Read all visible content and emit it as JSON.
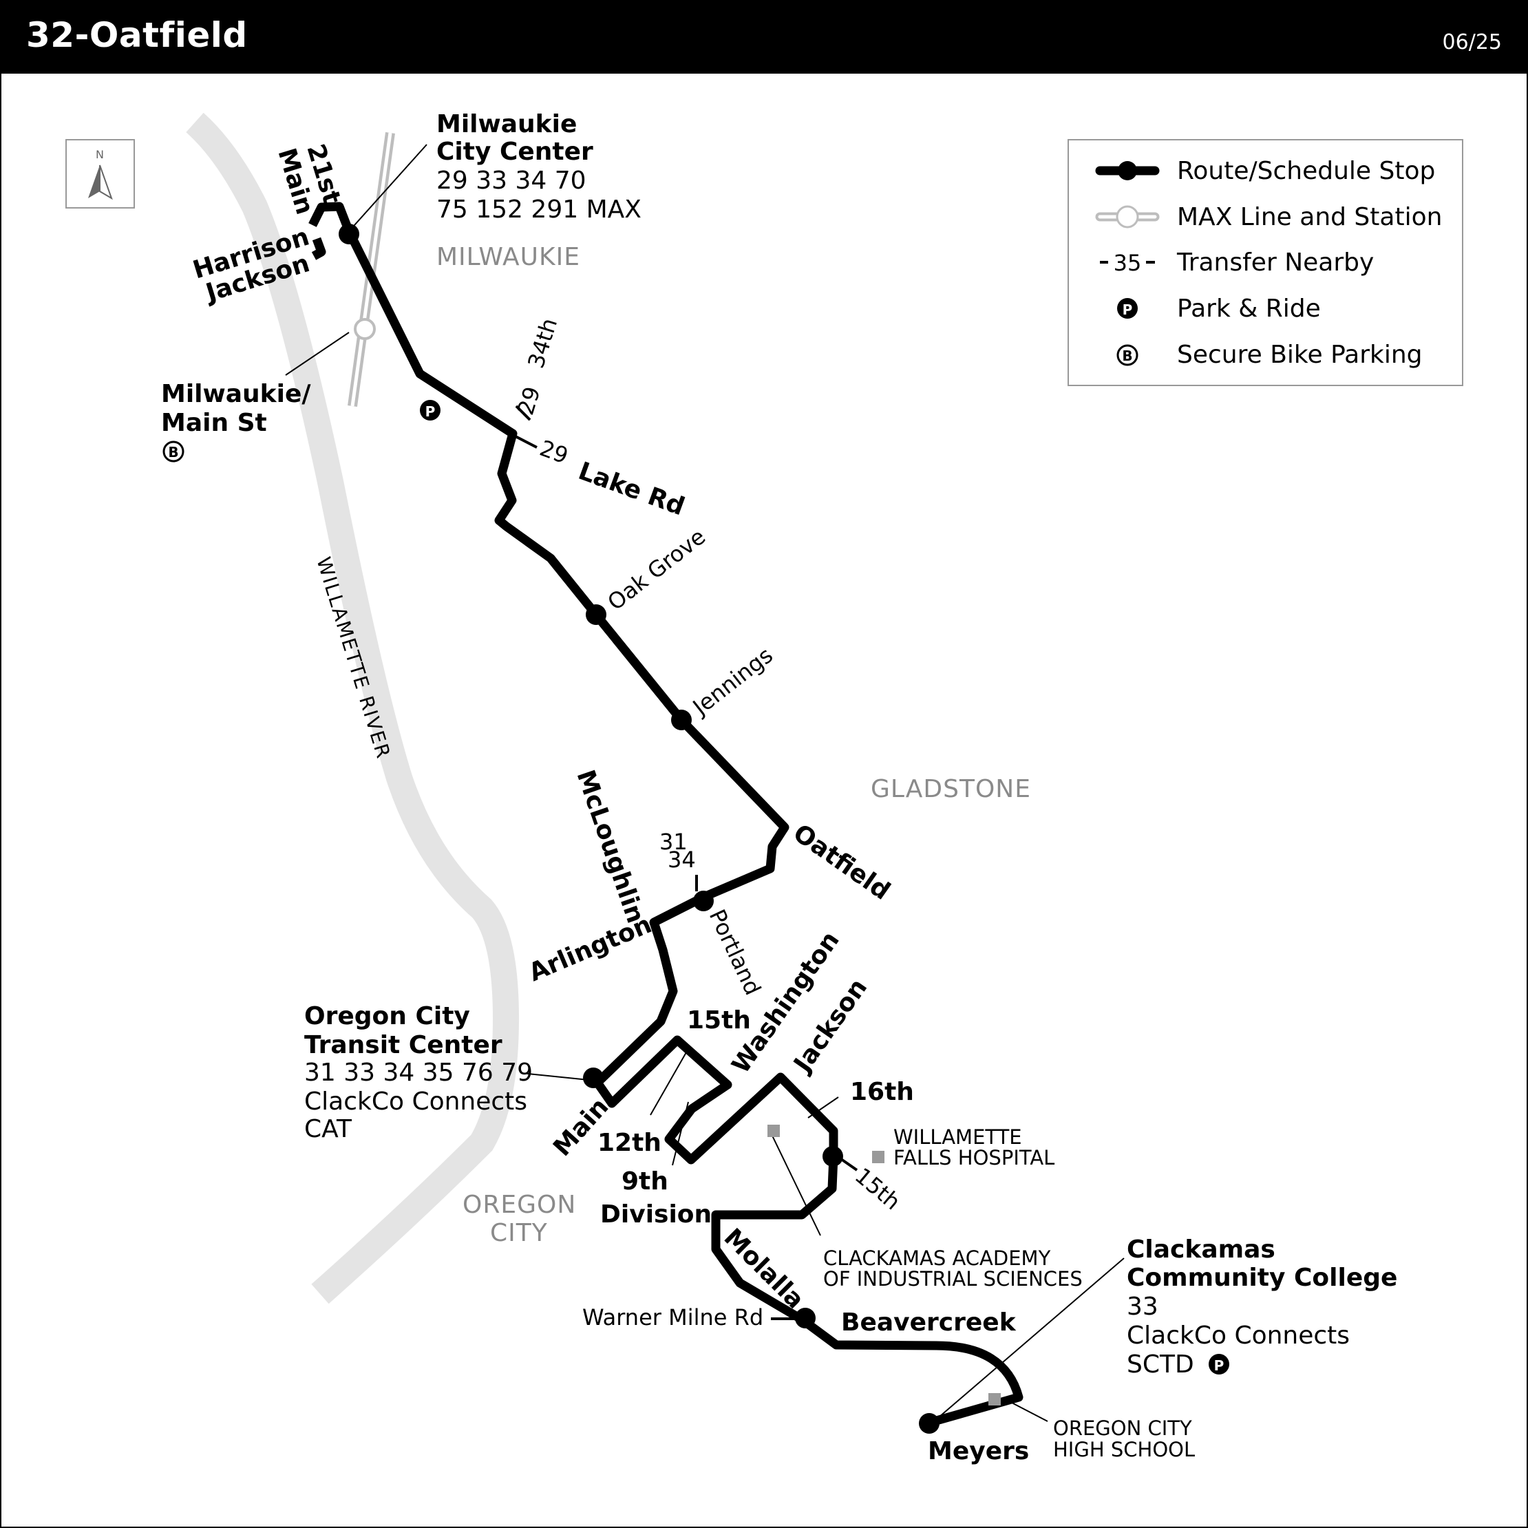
{
  "header": {
    "route_name": "32-Oatfield",
    "date": "06/25"
  },
  "legend": {
    "items": [
      {
        "icon": "route-stop-icon",
        "label": "Route/Schedule Stop"
      },
      {
        "icon": "max-station-icon",
        "label": "MAX Line and Station"
      },
      {
        "icon": "transfer-icon",
        "icon_text": "35",
        "label": "Transfer Nearby"
      },
      {
        "icon": "park-ride-icon",
        "icon_text": "P",
        "label": "Park & Ride"
      },
      {
        "icon": "bike-parking-icon",
        "icon_text": "B",
        "label": "Secure Bike Parking"
      }
    ]
  },
  "compass": {
    "label": "N"
  },
  "areas": {
    "milwaukie": "MILWAUKIE",
    "gladstone": "GLADSTONE",
    "oregon_city_line1": "OREGON",
    "oregon_city_line2": "CITY",
    "river": "WILLAMETTE RIVER"
  },
  "hubs": {
    "milwaukie_cc": {
      "line1": "Milwaukie",
      "line2": "City Center",
      "routes1": "29 33 34 70",
      "routes2": "75 152 291 MAX"
    },
    "milwaukie_main": {
      "line1": "Milwaukie/",
      "line2": "Main St",
      "bike": "B"
    },
    "oregon_city_tc": {
      "line1": "Oregon City",
      "line2": "Transit Center",
      "routes1": "31 33 34 35 76 79",
      "routes2": "ClackCo Connects",
      "routes3": "CAT"
    },
    "ccc": {
      "line1": "Clackamas",
      "line2": "Community College",
      "routes1": "33",
      "routes2": "ClackCo Connects",
      "routes3": "SCTD",
      "park_ride": "P"
    }
  },
  "streets": {
    "s21st": "21st",
    "main_n": "Main",
    "harrison": "Harrison",
    "jackson_n": "Jackson",
    "lake_rd": "Lake Rd",
    "s34th": "34th",
    "oatfield": "Oatfield",
    "mcloughlin": "McLoughlin",
    "arlington": "Arlington",
    "portland": "Portland",
    "s15th_n": "15th",
    "washington": "Washington",
    "jackson_s": "Jackson",
    "s16th": "16th",
    "s15th_s": "15th",
    "main_s": "Main",
    "s12th": "12th",
    "s9th": "9th",
    "division": "Division",
    "molalla": "Molalla",
    "beavercreek": "Beavercreek",
    "meyers": "Meyers",
    "warner_milne": "Warner Milne Rd"
  },
  "stops": {
    "oak_grove": "Oak Grove",
    "jennings": "Jennings"
  },
  "transfers": {
    "lake_rd_route": "29",
    "s34th_route": "29",
    "portland_routes1": "31",
    "portland_routes2": "34"
  },
  "park_ride_map": "P",
  "landmarks": {
    "hospital_line1": "WILLAMETTE",
    "hospital_line2": "FALLS HOSPITAL",
    "academy_line1": "CLACKAMAS ACADEMY",
    "academy_line2": "OF INDUSTRIAL SCIENCES",
    "high_school_line1": "OREGON CITY",
    "high_school_line2": "HIGH SCHOOL"
  },
  "colors": {
    "route": "#000000",
    "river": "#e4e4e4",
    "max_line": "#bdbdbd",
    "landmark": "#999999",
    "area_label": "#8a8a8a"
  }
}
